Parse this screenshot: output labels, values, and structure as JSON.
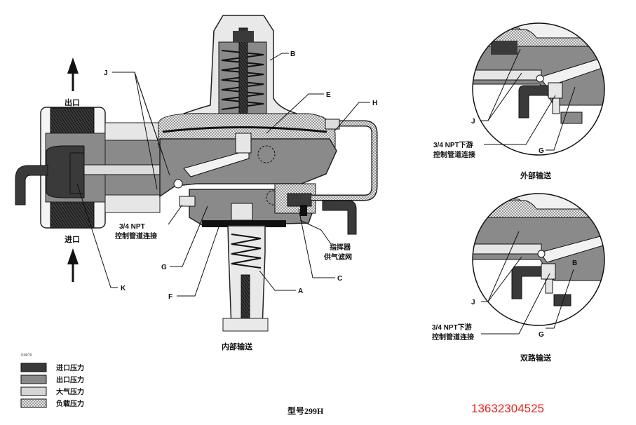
{
  "main_labels": {
    "outlet": "出口",
    "inlet": "进口",
    "J": "J",
    "K": "K",
    "B": "B",
    "E": "E",
    "H": "H",
    "G": "G",
    "F": "F",
    "A": "A",
    "C": "C",
    "npt_line1": "3/4 NPT",
    "npt_line2": "控制管道连接",
    "pilot_line1": "指挥器",
    "pilot_line2": "供气滤网",
    "internal_caption": "内部输送"
  },
  "external_detail": {
    "J": "J",
    "G": "G",
    "npt_line1": "3/4 NPT下游",
    "npt_line2": "控制管道连接",
    "caption": "外部输送"
  },
  "dual_detail": {
    "J": "J",
    "G": "G",
    "B": "B",
    "npt_line1": "3/4 NPT下游",
    "npt_line2": "控制管道连接",
    "caption": "双路输送"
  },
  "legend": {
    "code": "E0070",
    "items": [
      {
        "label": "进口压力",
        "color": "#3a3a3a"
      },
      {
        "label": "出口压力",
        "color": "#8a8a8a"
      },
      {
        "label": "大气压力",
        "color": "#d6d6d6"
      },
      {
        "label": "负载压力",
        "color": "checker"
      }
    ]
  },
  "model_title": "型号299H",
  "phone": "13632304525"
}
